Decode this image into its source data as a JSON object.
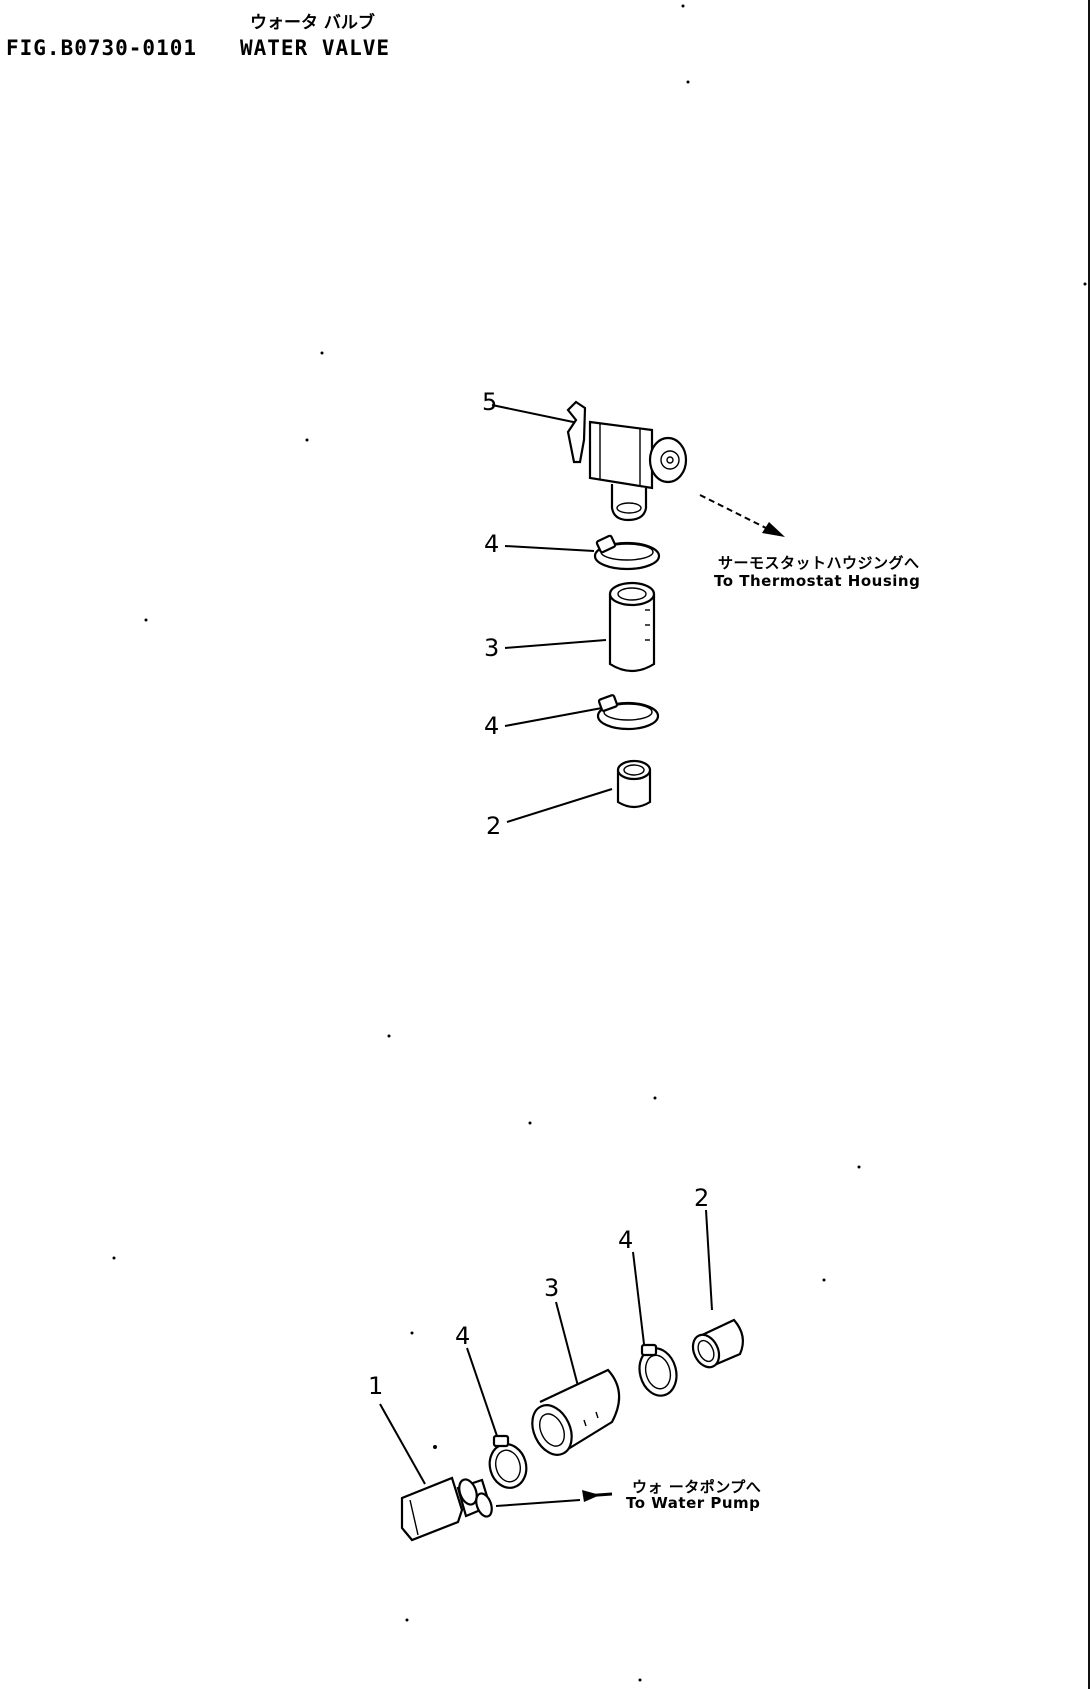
{
  "header": {
    "title_jp": "ウォータ バルブ",
    "fig_code": "FIG.B0730-0101",
    "title_en": "WATER VALVE"
  },
  "upper_assembly": {
    "callouts": [
      "5",
      "4",
      "3",
      "4",
      "2"
    ],
    "note_jp": "サーモスタットハウジングへ",
    "note_en": "To Thermostat Housing"
  },
  "lower_assembly": {
    "callouts": [
      "1",
      "4",
      "3",
      "4",
      "2"
    ],
    "note_jp": "ウォ ータポンプへ",
    "note_en": "To Water Pump"
  }
}
